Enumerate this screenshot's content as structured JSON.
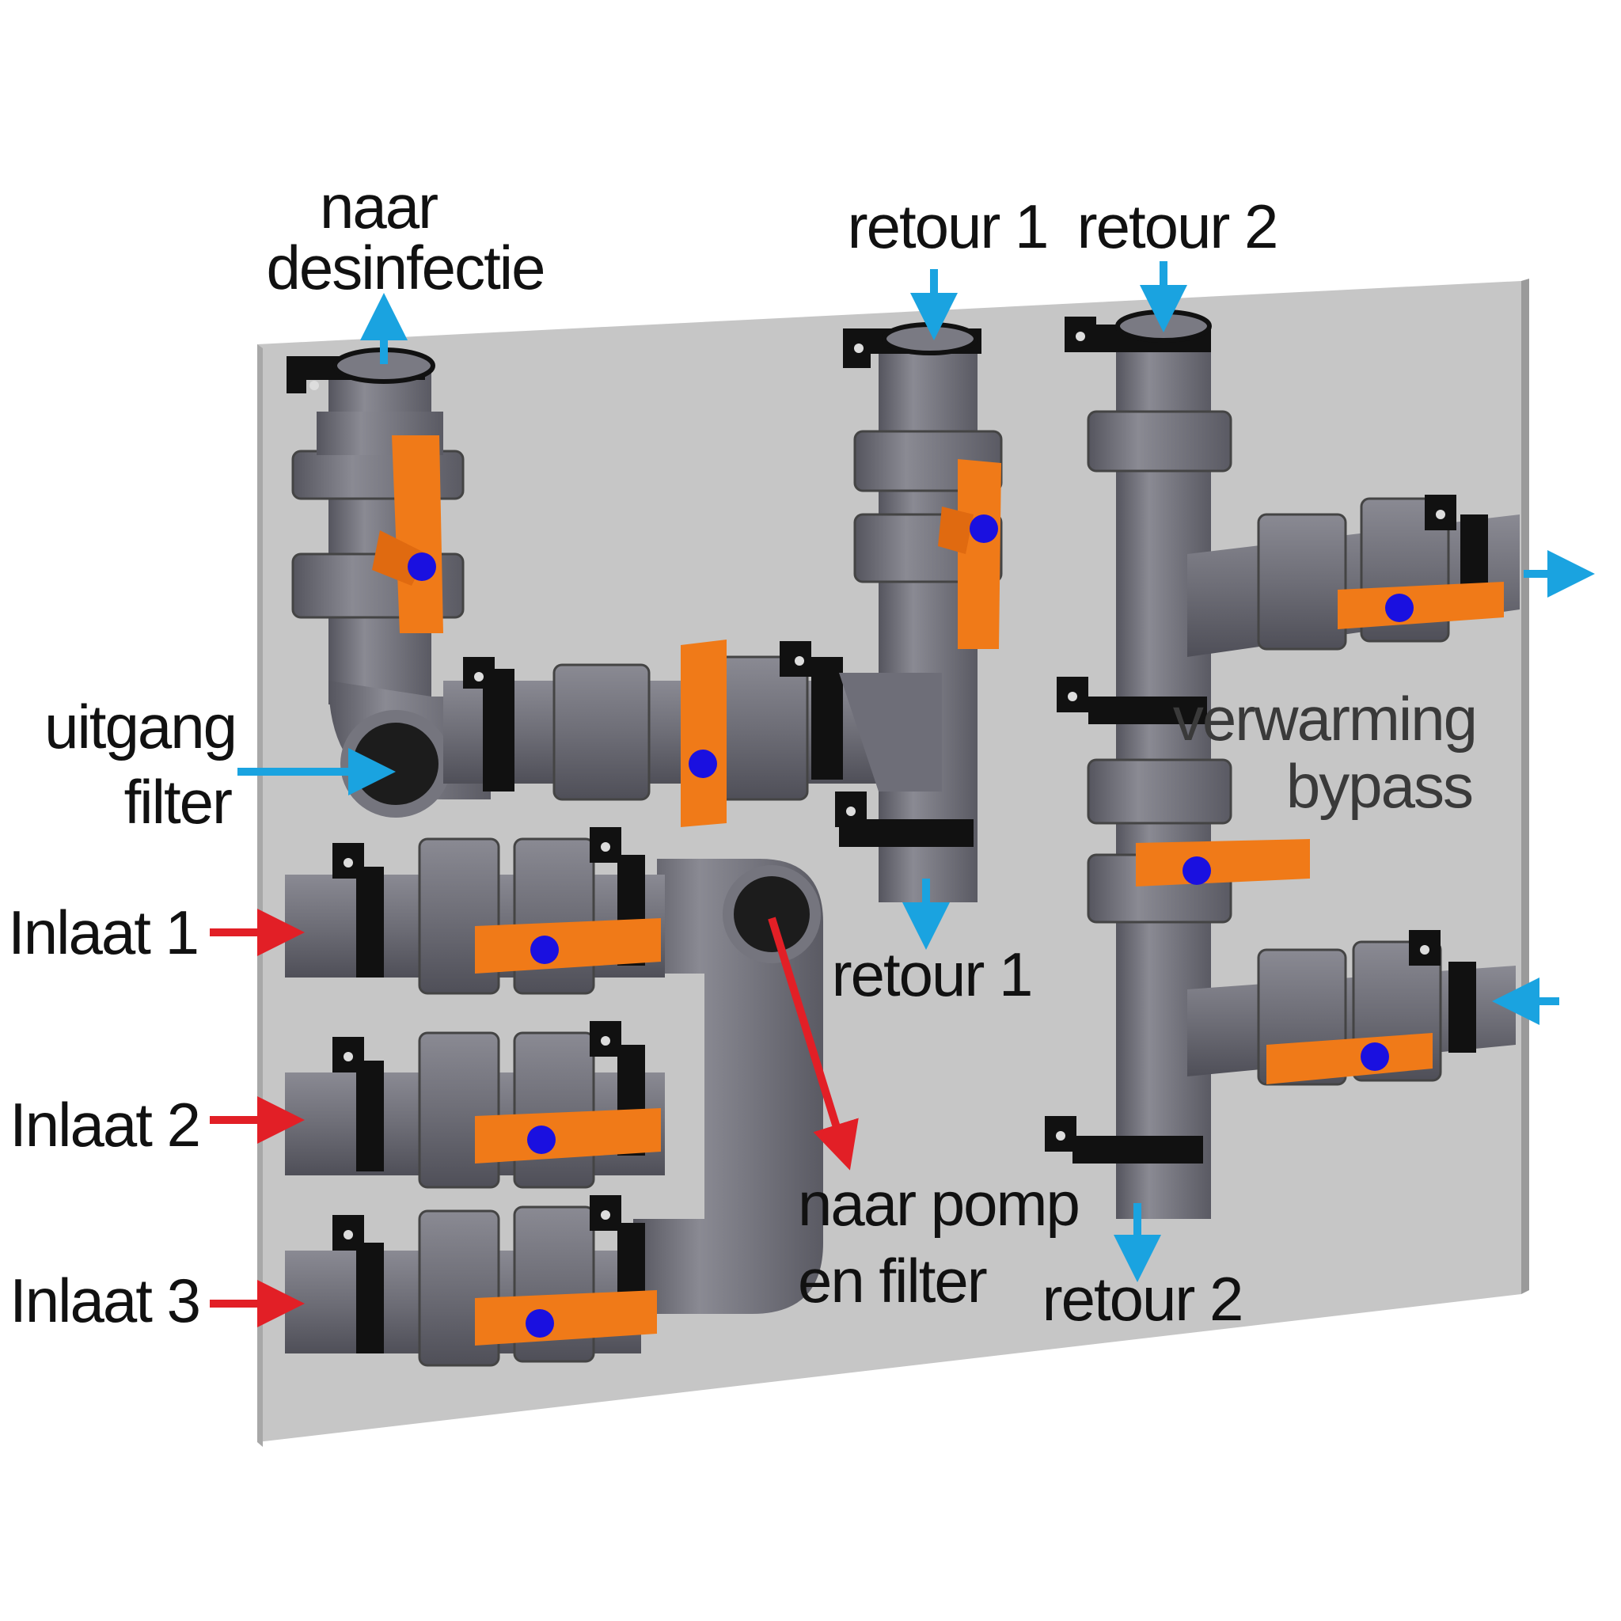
{
  "labels": {
    "naar_desinfectie_1": "naar",
    "naar_desinfectie_2": "desinfectie",
    "retour1_top": "retour 1",
    "retour2_top": "retour 2",
    "uitgang_1": "uitgang",
    "uitgang_2": "filter",
    "verwarming_1": "verwarming",
    "verwarming_2": "bypass",
    "inlaat1": "Inlaat 1",
    "inlaat2": "Inlaat 2",
    "inlaat3": "Inlaat 3",
    "retour1_bottom": "retour 1",
    "retour2_bottom": "retour 2",
    "pomp_1": "naar pomp",
    "pomp_2": "en filter"
  },
  "colors": {
    "panel": "#c4c4c4",
    "pipe": "#6e6e78",
    "valve_handle": "#f07a18",
    "handle_dot": "#1a10e0",
    "clamp": "#111111",
    "flow_out_arrow": "#1aa3e0",
    "flow_in_arrow": "#e21f26"
  }
}
